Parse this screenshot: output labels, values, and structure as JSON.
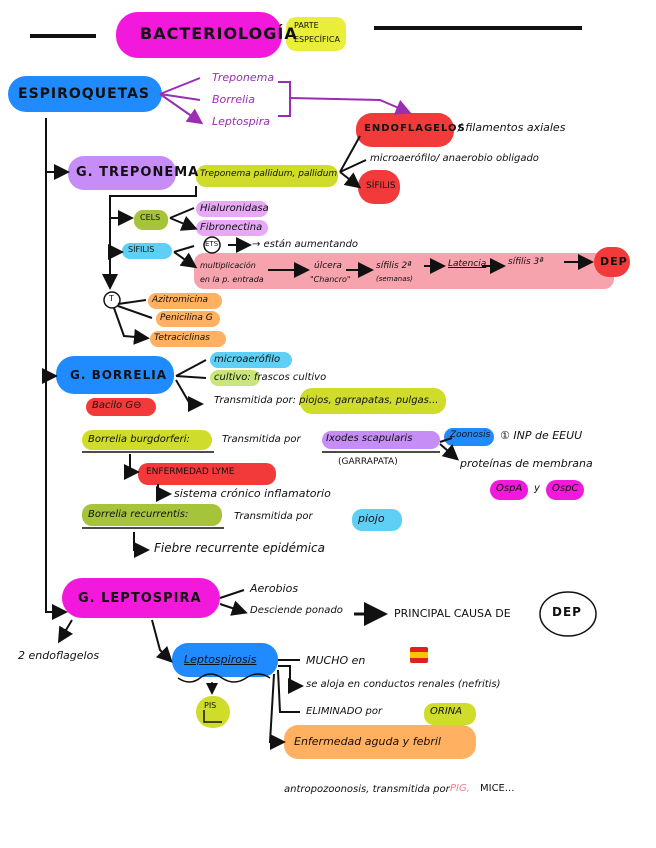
{
  "colors": {
    "magenta": "#f218dc",
    "blue": "#1f8bff",
    "yellow_green": "#cfdc2c",
    "red": "#f23a3a",
    "pink_light": "#f7a3ad",
    "orange": "#ffb060",
    "purple": "#9b2db4",
    "green_light": "#c9e67a",
    "cyan": "#5fd0f5",
    "violet": "#c58df5"
  },
  "title": {
    "text": "BACTERIOLOGÍA",
    "tag_line1": "PARTE",
    "tag_line2": "ESPECÍFICA"
  },
  "root": {
    "label": "ESPIROQUETAS"
  },
  "genera_list": [
    "Treponema",
    "Borrelia",
    "Leptospira"
  ],
  "common_traits": {
    "endoflagelos": "ENDOFLAGELOS",
    "endoflagelos_note": "/ filamentos axiales",
    "micro": "microaerófilo",
    "micro_note": "/ anaerobio obligado",
    "sifilis": "SÍFILIS"
  },
  "treponema": {
    "label": "G. TREPONEMA",
    "species": "Treponema pallidum, pallidum",
    "cels": "CELS",
    "cels_items": [
      "Hialuronidasa",
      "Fibronectina"
    ],
    "sifilis": "SÍFILIS",
    "ets": "ETS",
    "ets_note": "→ están aumentando",
    "multiplication": "multiplicación",
    "multiplication2": "en la p. entrada",
    "ulcera": "úlcera",
    "chancro": "\"Chancro\"",
    "sifilis2": "sífilis 2ª",
    "sifilis2_note": "(semanas)",
    "latencia": "Latencia",
    "sifilis3": "sífilis 3ª",
    "dep": "DEP",
    "treatment_symbol": "T",
    "treatments": [
      "Azitromicina",
      "Penicilina G",
      "Tetraciclinas"
    ]
  },
  "borrelia": {
    "label": "G. BORRELIA",
    "bacilo": "Bacilo G⊖",
    "traits": [
      "microaerófilo",
      "cultivo: frascos cultivo",
      "Transmitida por: piojos, garrapatas, pulgas..."
    ],
    "burgdorferi": "Borrelia burgdorferi:",
    "burgdorferi_transmit": "Transmitida por",
    "ixodes": "Ixodes scapularis",
    "garrapata": "(GARRAPATA)",
    "zoonosis": "Zoonosis",
    "zoonosis_note": "① INP de EEUU",
    "proteinas": "proteínas de membrana",
    "ospa": "OspA",
    "y": "y",
    "ospc": "OspC",
    "lyme": "ENFERMEDAD LYME",
    "lyme_note": "sistema crónico inflamatorio",
    "recurrentis": "Borrelia recurrentis:",
    "recurrentis_transmit": "Transmitida por",
    "piojo": "piojo",
    "fiebre": "Fiebre recurrente epidémica"
  },
  "leptospira": {
    "label": "G. LEPTOSPIRA",
    "aerobios": "Aerobios",
    "pseudo": "Desciende ponado",
    "principal": "PRINCIPAL CAUSA DE",
    "dep": "DEP",
    "endoflagelos2": "2 endoflagelos",
    "leptospirosis": "Leptospirosis",
    "pis": "PIS",
    "items": [
      "MUCHO en",
      "se aloja en conductos renales (nefritis)",
      "ELIMINADO por",
      "Enfermedad aguda y febril"
    ],
    "orina": "ORINA",
    "bottom_note": "antropozoonosis, transmitida por",
    "bottom_pis": "PIG,",
    "bottom_mice": "MICE..."
  }
}
